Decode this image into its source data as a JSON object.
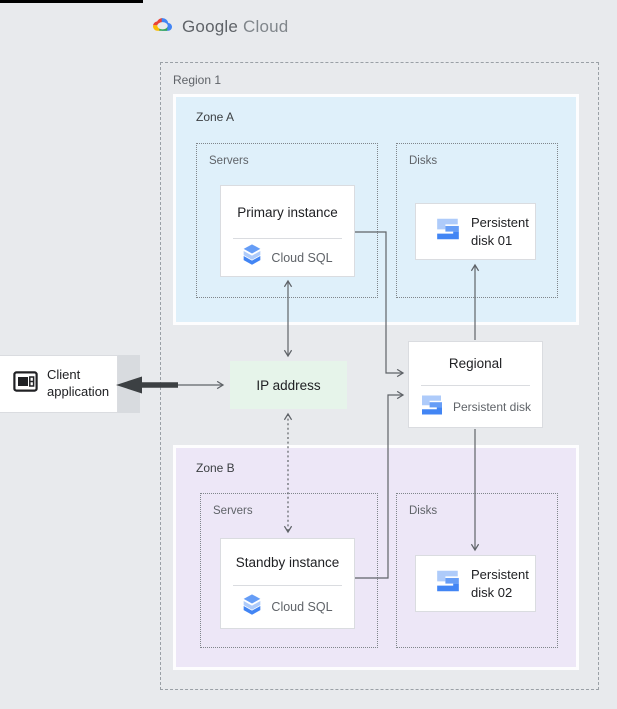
{
  "header": {
    "logo": {
      "part1": "Google",
      "part2": "Cloud"
    }
  },
  "diagram": {
    "region_label": "Region 1",
    "client": {
      "label": "Client application"
    },
    "ip": {
      "label": "IP address"
    },
    "regional_disk": {
      "title": "Regional",
      "subtitle": "Persistent disk"
    },
    "zone_a": {
      "label": "Zone A",
      "servers_label": "Servers",
      "disks_label": "Disks",
      "instance": {
        "title": "Primary instance",
        "product": "Cloud SQL"
      },
      "disk": {
        "label": "Persistent disk 01"
      }
    },
    "zone_b": {
      "label": "Zone B",
      "servers_label": "Servers",
      "disks_label": "Disks",
      "instance": {
        "title": "Standby instance",
        "product": "Cloud SQL"
      },
      "disk": {
        "label": "Persistent disk 02"
      }
    },
    "connections": [
      "client-application to ip-address (bidirectional, bold client arrow)",
      "ip-address to primary-instance (solid, bidirectional)",
      "ip-address to standby-instance (dotted, bidirectional)",
      "primary-instance to regional-persistent-disk",
      "standby-instance to regional-persistent-disk",
      "regional-persistent-disk to persistent-disk-01",
      "regional-persistent-disk to persistent-disk-02"
    ]
  },
  "icons": {
    "logo": "google-cloud-logo-icon",
    "database": "cloud-sql-icon",
    "disk": "persistent-disk-icon",
    "client": "client-application-window-icon"
  },
  "colors": {
    "background": "#E8EAED",
    "zone_a_bg": "#DFF0FA",
    "zone_b_bg": "#EDE7F7",
    "ip_bg": "#E6F4EA",
    "card_border": "#DADCE0",
    "connector": "#5F6368",
    "bold_arrow": "#3C4043",
    "disk_light": "#AECBFA",
    "disk_medium": "#669DF6",
    "disk_dark": "#4285F4",
    "google_red": "#EA4335",
    "google_yellow": "#FBBC04",
    "google_green": "#34A853",
    "google_blue": "#4285F4"
  }
}
